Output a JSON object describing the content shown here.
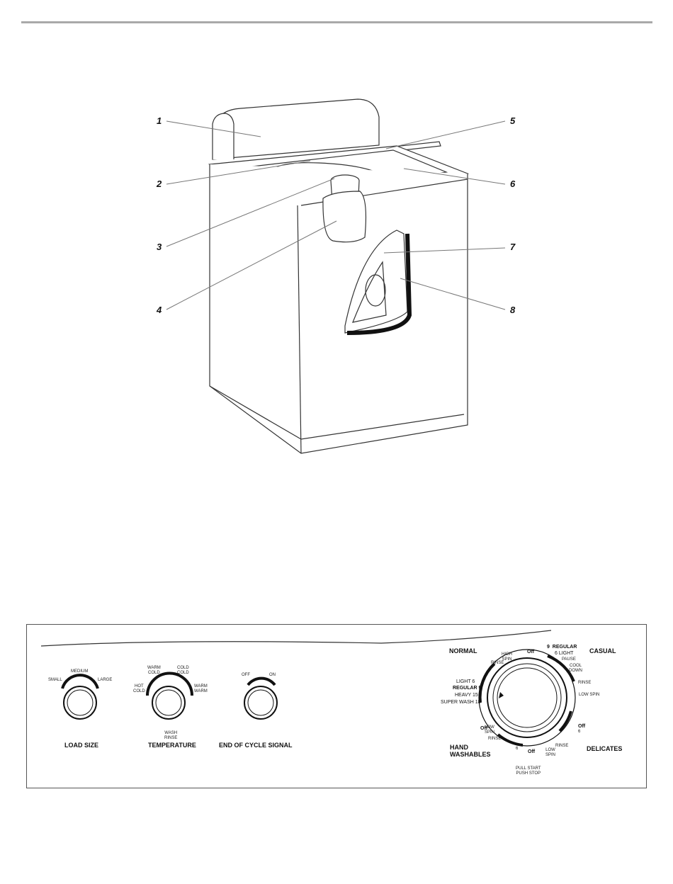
{
  "callouts": [
    "1",
    "2",
    "3",
    "4",
    "5",
    "6",
    "7",
    "8"
  ],
  "panel": {
    "load_size": {
      "title": "LOAD SIZE",
      "small": "SMALL",
      "medium": "MEDIUM",
      "large": "LARGE"
    },
    "temperature": {
      "title": "TEMPERATURE",
      "warm_cold": "WARM\nCOLD",
      "cold_cold": "COLD\nCOLD",
      "hot_cold": "HOT\nCOLD",
      "warm_warm": "WARM\nWARM",
      "wash_rinse": "WASH\nRINSE"
    },
    "end_of_cycle": {
      "title": "END OF CYCLE SIGNAL",
      "off": "OFF",
      "on": "ON"
    },
    "cycle": {
      "normal": "NORMAL",
      "casual": "CASUAL",
      "delicates": "DELICATES",
      "hand_washables": "HAND\nWASHABLES",
      "off_top": "Off",
      "off_right": "Off",
      "off_bottom": "Off",
      "off_left": "Off",
      "high_spin": "HIGH\nSPIN",
      "rinse_top": "RINSE",
      "casual_9": "9",
      "casual_regular": "REGULAR",
      "casual_6_light": "6 LIGHT",
      "pause": "PAUSE",
      "cool_down": "COOL\nDOWN",
      "rinse_right": "RINSE",
      "low_spin_right": "LOW SPIN",
      "del_6": "6",
      "del_rinse": "RINSE",
      "del_low_spin": "LOW\nSPIN",
      "hand_6": "6",
      "hand_rinse": "RINSE",
      "hand_low_spin": "LOW\nSPIN",
      "normal_light": "LIGHT  6",
      "normal_regular": "REGULAR  9",
      "normal_heavy": "HEAVY  15",
      "normal_super": "SUPER WASH  18",
      "pull_push": "PULL START\nPUSH STOP"
    }
  }
}
